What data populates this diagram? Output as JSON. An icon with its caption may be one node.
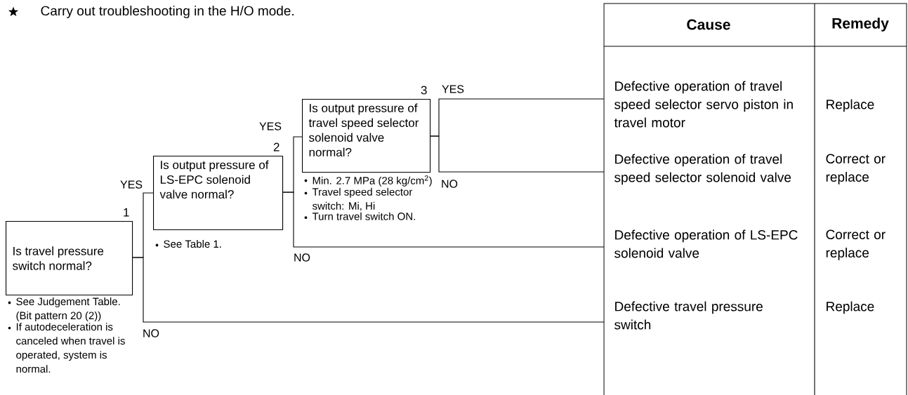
{
  "diagram": {
    "nodes": [
      {
        "text": [
          "Is travel pressure switch normal?"
        ],
        "beside": [
          "1",
          "See Judgement Table. (Bit pattern 20 (2))",
          "If autodeceleration is canceled when travel is operated, system is normal."
        ]
      },
      {
        "text": [
          "Is output pressure of LS-EPC solenoid valve normal?"
        ],
        "beside": [
          "2",
          "See Table 1."
        ]
      },
      {
        "text": [
          "Is output pressure of travel speed selector solenoid valve normal?"
        ],
        "beside": [
          "3",
          "Min. 2.7 MPa (28 kg/cm$^{2}$)",
          "Travel speed selector switch: Mi, Hi",
          "Turn travel switch ON."
        ]
      },
      {
        "text": [
          "Defective operation of travel speed selector servo piston in travel motor"
        ]
      },
      {
        "text": [
          "Defective operation of travel speed selector solenoid valve"
        ]
      },
      {
        "text": [
          "Defective operation of LS-EPC solenoid valve"
        ]
      },
      {
        "text": [
          "Defective travel pressure switch"
        ]
      }
    ],
    "edges": [
      {
        "from": 0,
        "to": 1,
        "arrow": "none",
        "label": "YES"
      },
      {
        "from": 0,
        "to": 6,
        "arrow": "none",
        "label": "NO"
      },
      {
        "from": 1,
        "to": 2,
        "arrow": "none",
        "label": "YES"
      },
      {
        "from": 1,
        "to": 5,
        "arrow": "none",
        "label": "NO"
      },
      {
        "from": 2,
        "to": 3,
        "arrow": "none",
        "label": "YES"
      },
      {
        "from": 2,
        "to": 4,
        "arrow": "none",
        "label": "NO"
      }
    ],
    "labels": [
      "Carry out troubleshooting in the H/O mode.",
      "Cause",
      "Remedy",
      "Replace",
      "Correct or replace",
      "Correct or replace",
      "Replace"
    ]
  }
}
